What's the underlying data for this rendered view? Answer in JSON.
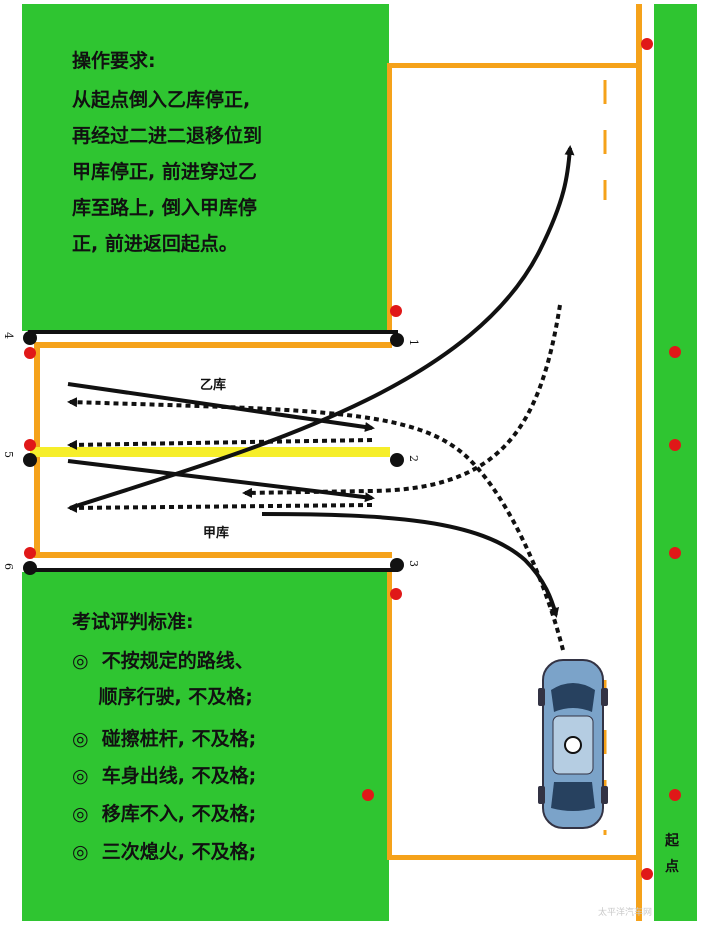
{
  "instructions": {
    "heading": "操作要求:",
    "lines": [
      "从起点倒入乙库停正,",
      "再经过二进二退移位到",
      "甲库停正, 前进穿过乙",
      "库至路上, 倒入甲库停",
      "正, 前进返回起点。"
    ]
  },
  "criteria": {
    "heading": "考试评判标准:",
    "items": [
      "◎  不按规定的路线、",
      "    顺序行驶, 不及格;",
      "◎  碰擦桩杆, 不及格;",
      "◎  车身出线, 不及格;",
      "◎  移库不入, 不及格;",
      "◎  三次熄火, 不及格;"
    ]
  },
  "labels": {
    "yi_ku": "乙库",
    "jia_ku": "甲库",
    "start_1": "起",
    "start_2": "点"
  },
  "pole_numbers": [
    "1",
    "2",
    "3",
    "4",
    "5",
    "6"
  ],
  "watermark": "太平洋汽车网",
  "colors": {
    "grass": "#2fc531",
    "line": "#f5a21a",
    "pole": "#e01818",
    "center_line": "#f6ee2a",
    "car": "#7ba3c9"
  }
}
